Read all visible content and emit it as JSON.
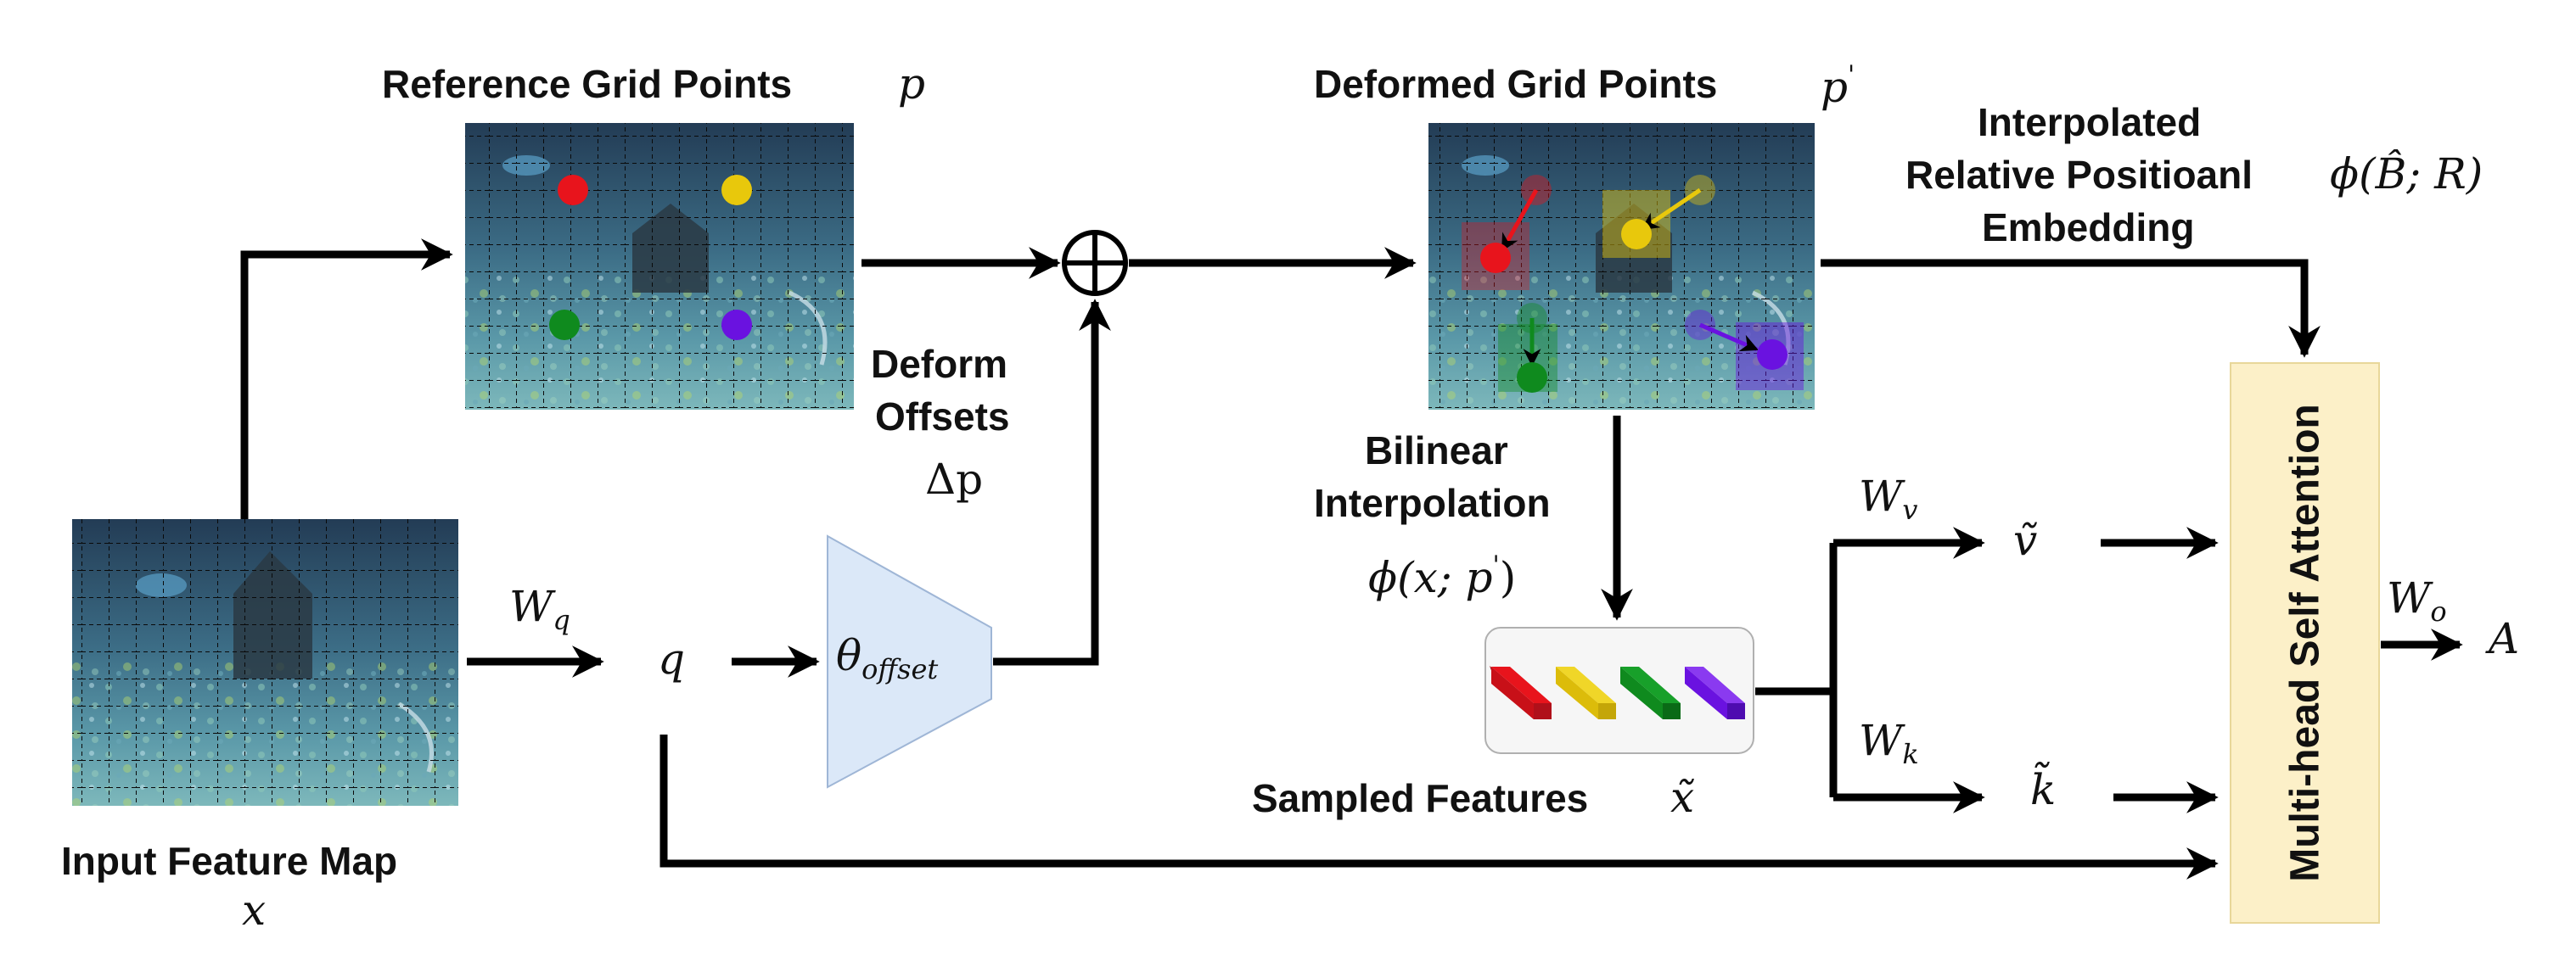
{
  "labels": {
    "reference_grid": "Reference Grid Points",
    "deformed_grid": "Deformed Grid Points",
    "interp_rel_pos_line1": "Interpolated",
    "interp_rel_pos_line2": "Relative Positioanl",
    "interp_rel_pos_line3": "Embedding",
    "deform_offsets_line1": "Deform",
    "deform_offsets_line2": "Offsets",
    "bilinear_line1": "Bilinear",
    "bilinear_line2": "Interpolation",
    "sampled_features": "Sampled Features",
    "input_feature_map": "Input Feature Map",
    "mhsa": "Multi-head Self Attention"
  },
  "symbols": {
    "p": "p",
    "p_prime": "p",
    "prime": "'",
    "x": "x",
    "q": "q",
    "W": "W",
    "W_q_sub": "q",
    "W_v_sub": "v",
    "W_k_sub": "k",
    "W_o_sub": "o",
    "theta": "θ",
    "theta_sub": "offset",
    "delta_p": "Δp",
    "phi_embed": "ϕ(B̂; R)",
    "phi_bilinear": "ϕ(x; p",
    "phi_bilinear_close": ")",
    "v_tilde": "ṽ",
    "k_tilde": "k̃",
    "x_tilde": "x̃",
    "A": "A"
  },
  "colors": {
    "arrow": "#000000",
    "offset_network_fill": "#dbe8f8",
    "offset_network_stroke": "#9fb6d6",
    "attention_fill": "#fcf0c8",
    "attention_stroke": "#e8d79a",
    "sampled_box_fill": "#f6f6f6",
    "sampled_box_stroke": "#b0b0b0",
    "point_red": "#e8141c",
    "point_yellow": "#e8c80c",
    "point_green": "#0f8a1e",
    "point_purple": "#6a12e0"
  },
  "feature_blocks": [
    "red",
    "yellow",
    "green",
    "purple"
  ]
}
